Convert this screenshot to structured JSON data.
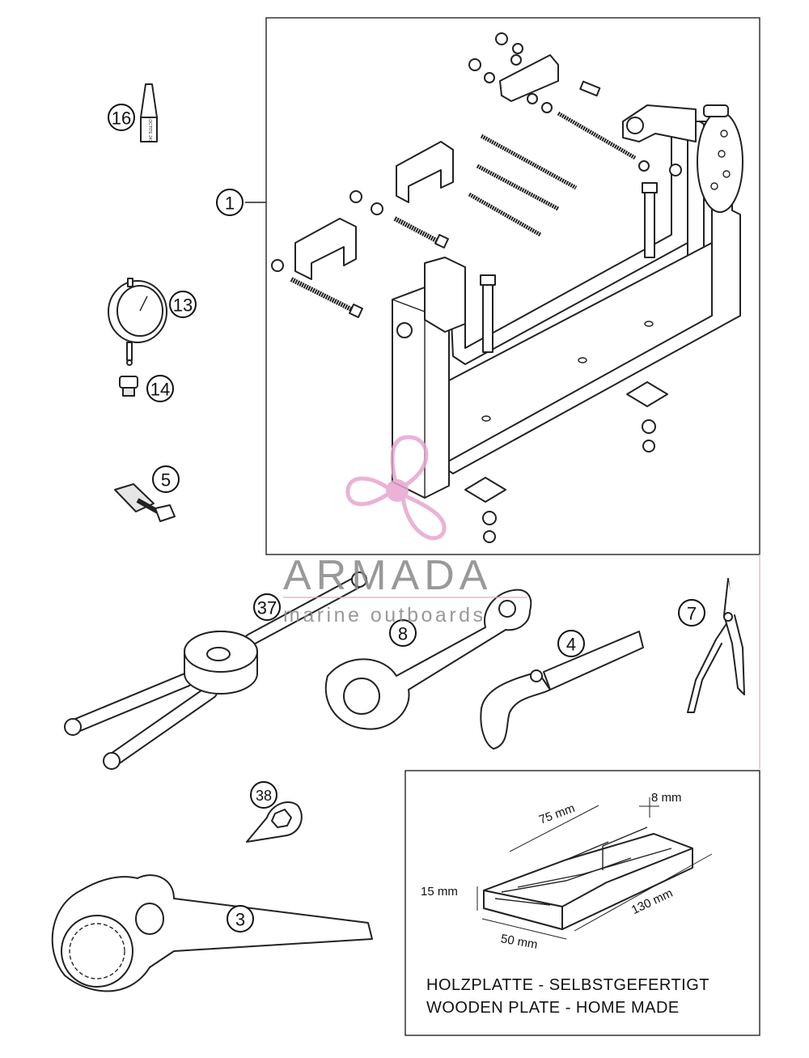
{
  "callouts": {
    "c1": "1",
    "c3": "3",
    "c4": "4",
    "c5": "5",
    "c7": "7",
    "c8": "8",
    "c13": "13",
    "c14": "14",
    "c16": "16",
    "c37": "37",
    "c38": "38"
  },
  "dimensions": {
    "w75": "75 mm",
    "w8": "8 mm",
    "h15": "15 mm",
    "l130": "130 mm",
    "w50": "50 mm"
  },
  "note": {
    "line_de": "HOLZPLATTE - SELBSTGEFERTIGT",
    "line_en": "WOODEN PLATE - HOME MADE"
  },
  "watermark": {
    "brand": "ARMADA",
    "tagline": "marine outboards",
    "logo_color": "#e7a6cf",
    "text_color": "#888888"
  },
  "labels_on_parts": {
    "loctite_tube": "LOCTITE 243"
  },
  "colors": {
    "line": "#222222",
    "frame_border": "#333333",
    "accent_line": "#e6a6c7"
  }
}
